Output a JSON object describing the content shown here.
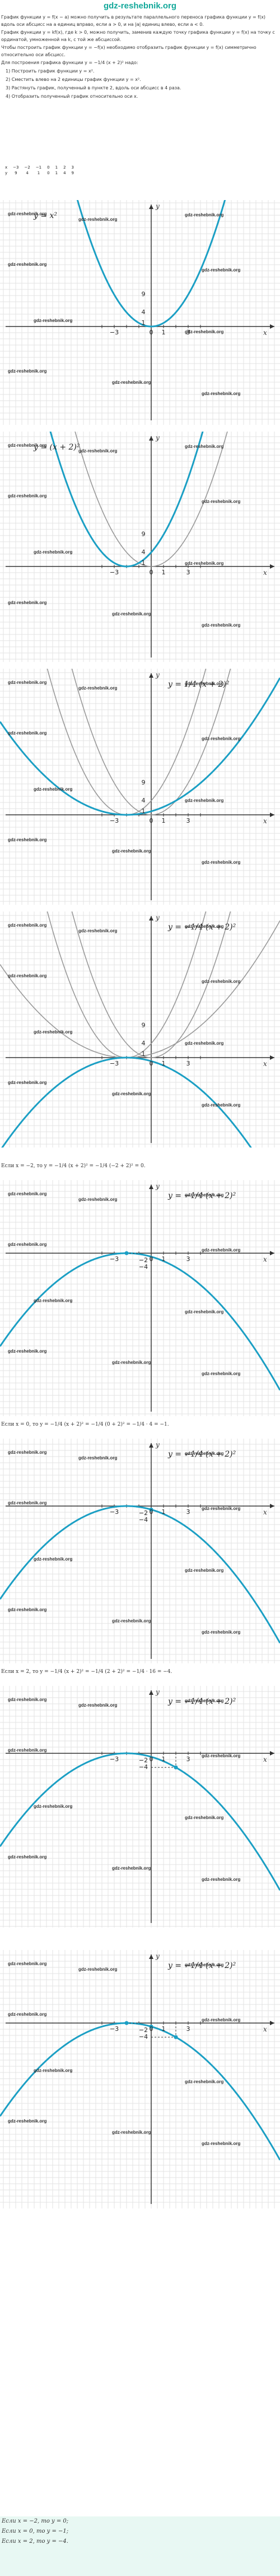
{
  "site": {
    "title": "gdz-reshebnik.org",
    "watermark": "gdz-reshebnik.org"
  },
  "intro": {
    "p1": "График функции y = f(x − a) можно получить в результате параллельного переноса графика функции y = f(x) вдоль оси абсцисс на a единиц вправо, если a > 0, и на |a| единиц влево, если a < 0.",
    "p2": "График функции y = kf(x), где k > 0, можно получить, заменив каждую точку графика функции y = f(x) на точку с ординатой, умноженной на k, с той же абсциссой.",
    "p3": "Чтобы построить график функции y = −f(x) необходимо отобразить график функции y = f(x) симметрично относительно оси абсцисс.",
    "p4": "Для построения графика функции y = −1/4 (x + 2)² надо:",
    "steps": [
      "1) Построить график функции y = x².",
      "2) Сместить влево на 2 единицы график функции y = x².",
      "3) Растянуть график, полученный в пункте 2, вдоль оси абсцисс в 4 раза.",
      "4) Отобразить полученный график относительно оси x."
    ]
  },
  "table": {
    "x_label": "x",
    "y_label": "y",
    "x": [
      "−3",
      "−2",
      "−1",
      "0",
      "1",
      "2",
      "3"
    ],
    "y": [
      "9",
      "4",
      "1",
      "0",
      "1",
      "4",
      "9"
    ]
  },
  "graphs": [
    {
      "formula": "y = x²",
      "calc": ""
    },
    {
      "formula": "y = (x + 2)²",
      "calc": ""
    },
    {
      "formula": "y = 1/4 (x + 2)²",
      "calc": ""
    },
    {
      "formula": "y = −1/4 (x + 2)²",
      "calc": ""
    },
    {
      "formula": "y = −1/4 (x + 2)²",
      "calc": "Если x = −2, то y = −1/4 (x + 2)² = −1/4 (−2 + 2)² = 0."
    },
    {
      "formula": "y = −1/4 (x + 2)²",
      "calc": "Если x = 0, то y = −1/4 (x + 2)² = −1/4 (0 + 2)² = −1/4 · 4 = −1."
    },
    {
      "formula": "y = −1/4 (x + 2)²",
      "calc": "Если x = 2, то y = −1/4 (x + 2)² = −1/4 (2 + 2)² = −1/4 · 16 = −4."
    },
    {
      "formula": "y = −1/4 (x + 2)²",
      "calc": ""
    }
  ],
  "axis": {
    "x_name": "x",
    "y_name": "y",
    "x_ticks": [
      "−3",
      "0",
      "1",
      "3"
    ],
    "y_ticks": [
      "9",
      "4",
      "1"
    ],
    "neg_ticks": [
      "−2",
      "−4"
    ]
  },
  "conclusion": [
    "Если x = −2, то y = 0;",
    "Если x = 0, то y = −1;",
    "Если x = 2, то y = −4."
  ],
  "colors": {
    "accent": "#12a89a",
    "curve_main": "#1b9fc4",
    "curve_prev": "#999999",
    "grid": "#e3e3e3",
    "axis": "#333333",
    "conclusion_bg": "#e8f8f3"
  }
}
